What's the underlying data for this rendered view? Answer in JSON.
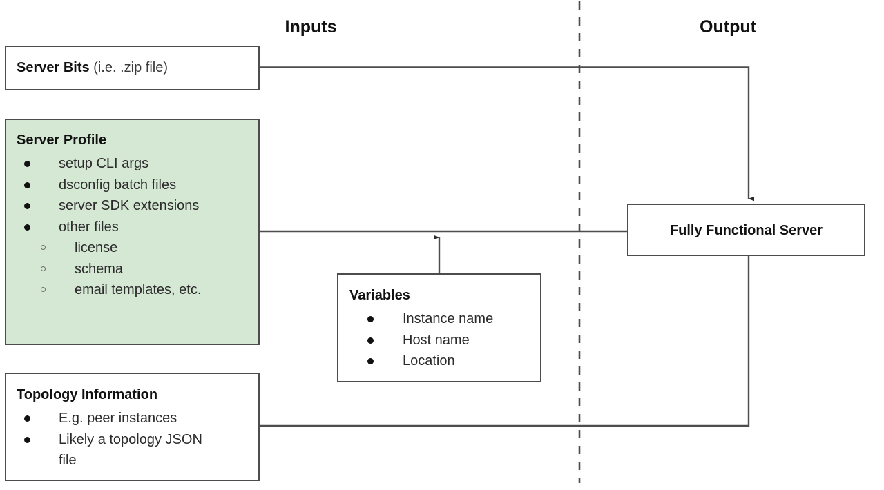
{
  "diagram": {
    "columns": {
      "inputs_label": "Inputs",
      "output_label": "Output"
    },
    "colors": {
      "profile_fill": "#d5e8d4",
      "box_stroke": "#4d4d4d",
      "connector": "#4d4d4d",
      "divider": "#4d4d4d",
      "page_background": "#ffffff"
    },
    "nodes": {
      "server_bits": {
        "title_bold": "Server Bits",
        "title_rest": " (i.e. .zip file)"
      },
      "server_profile": {
        "title": "Server Profile",
        "items": [
          "setup CLI args",
          "dsconfig batch files",
          "server SDK extensions",
          "other files"
        ],
        "sub_items": [
          "license",
          "schema",
          "email templates, etc."
        ]
      },
      "variables": {
        "title": "Variables",
        "items": [
          "Instance name",
          "Host name",
          "Location"
        ]
      },
      "topology_information": {
        "title": "Topology Information",
        "items": [
          "E.g. peer instances",
          "Likely a topology JSON file"
        ]
      },
      "fully_functional_server": {
        "title": "Fully Functional Server"
      }
    },
    "connectors": [
      {
        "name": "server-bits-to-server",
        "from": "server_bits",
        "to": "fully_functional_server",
        "arrowhead": true
      },
      {
        "name": "server-profile-to-server",
        "from": "server_profile",
        "to": "fully_functional_server",
        "arrowhead": false
      },
      {
        "name": "variables-to-server-profile-line",
        "from": "variables",
        "to": "server_profile",
        "arrowhead": true
      },
      {
        "name": "topology-to-server",
        "from": "topology_information",
        "to": "fully_functional_server",
        "arrowhead": false
      }
    ]
  }
}
